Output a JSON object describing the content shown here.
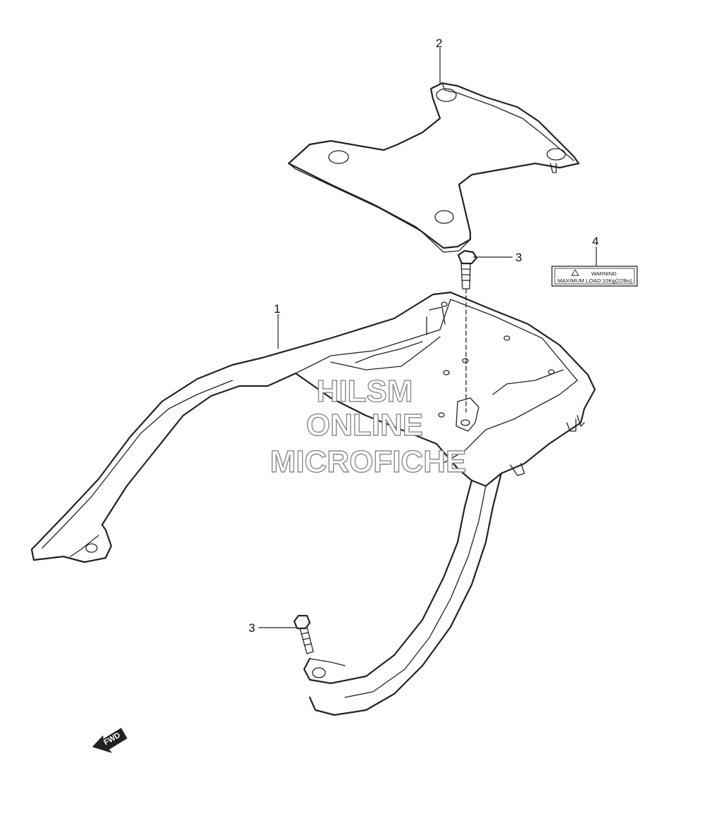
{
  "callouts": {
    "part1": "1",
    "part2": "2",
    "part3_upper": "3",
    "part3_lower": "3",
    "part4": "4"
  },
  "warning_label": {
    "heading": "WARNING",
    "text": "MAXIMUM LOAD:10Kg(22lbs)"
  },
  "watermark": {
    "line1": "HILSM",
    "line2": "ONLINE",
    "line3": "MICROFICHE",
    "color": "#8a8a8a"
  },
  "direction_arrow": {
    "label": "FWD"
  }
}
